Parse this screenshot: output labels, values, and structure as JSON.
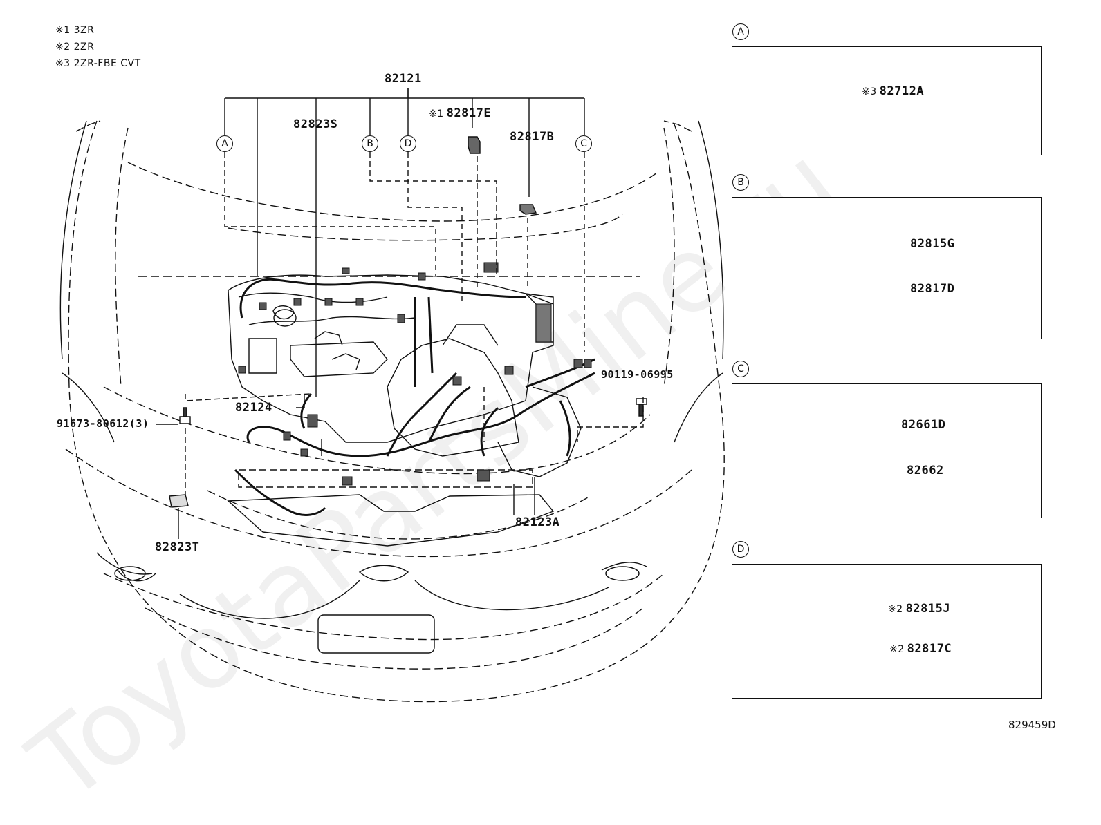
{
  "notes": [
    "※1 3ZR",
    "※2 2ZR",
    "※3 2ZR-FBE CVT"
  ],
  "callouts": {
    "A": "A",
    "B": "B",
    "C": "C",
    "D": "D"
  },
  "main_labels": {
    "harness": "82121",
    "sensor_s": "82823S",
    "mark_e": "※1",
    "connector_e": "82817E",
    "connector_b": "82817B",
    "bolt_right": "90119-06995",
    "bolt_left": "91673-80612(3)",
    "harness_82124": "82124",
    "harness_82123a": "82123A",
    "sensor_t": "82823T"
  },
  "panels": {
    "A": {
      "items": [
        {
          "mark": "※3",
          "part": "82712A"
        }
      ]
    },
    "B": {
      "items": [
        {
          "mark": "",
          "part": "82815G"
        },
        {
          "mark": "",
          "part": "82817D"
        }
      ]
    },
    "C": {
      "items": [
        {
          "mark": "",
          "part": "82661D"
        },
        {
          "mark": "",
          "part": "82662"
        }
      ]
    },
    "D": {
      "items": [
        {
          "mark": "※2",
          "part": "82815J"
        },
        {
          "mark": "※2",
          "part": "82817C"
        }
      ]
    }
  },
  "watermark": "ToyotaPartsMine.ru",
  "doc_id": "829459D"
}
